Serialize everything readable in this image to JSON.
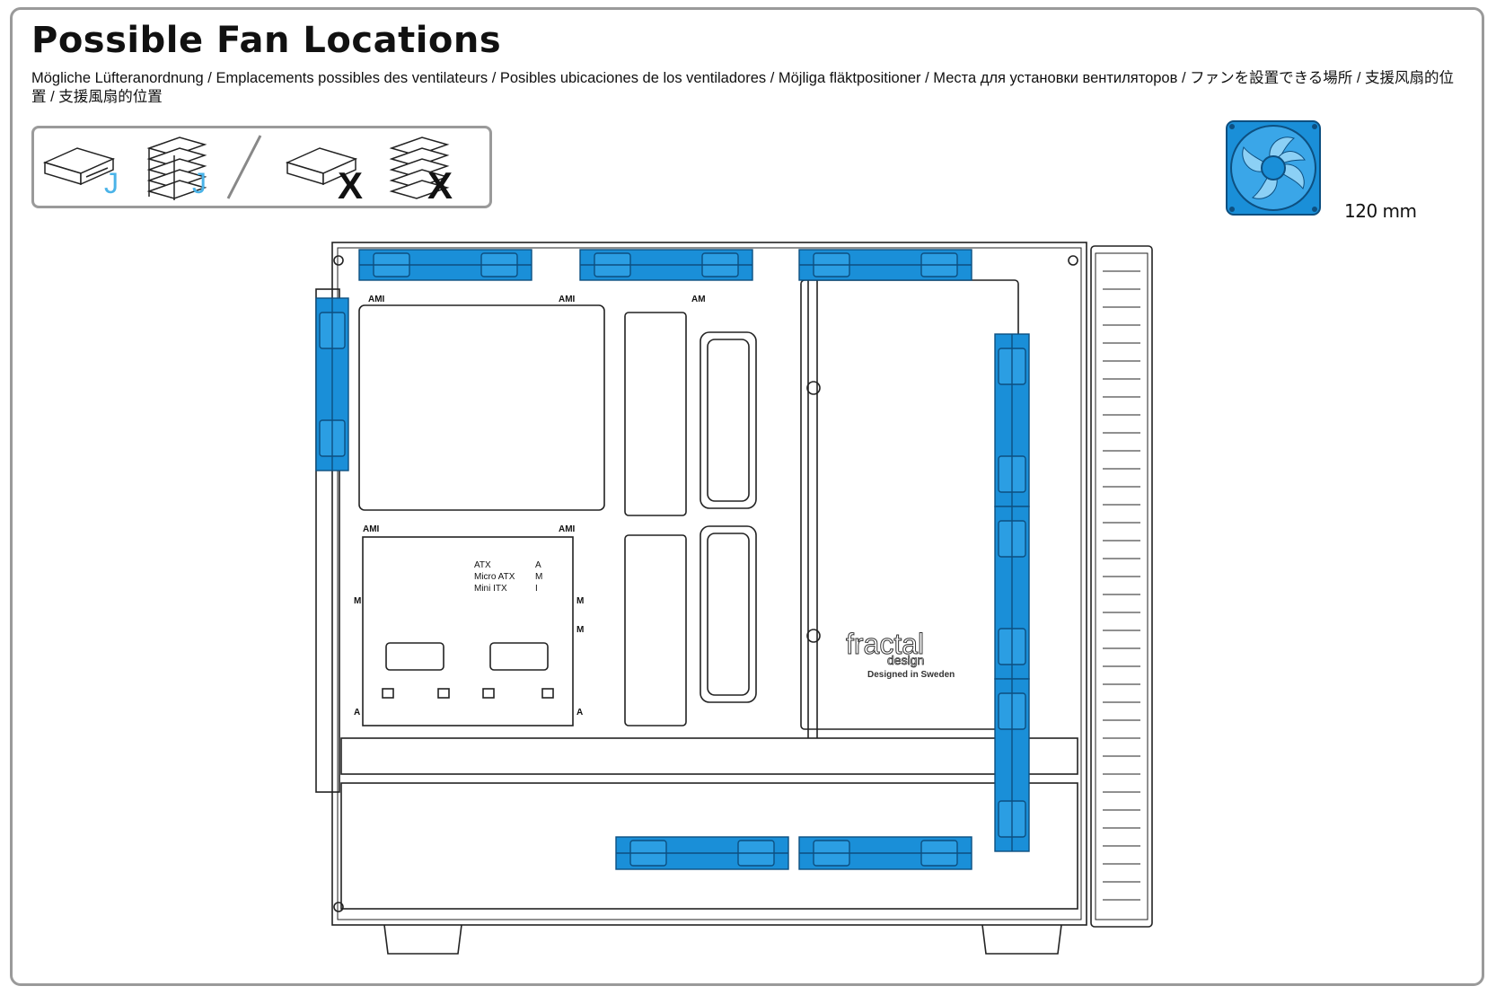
{
  "header": {
    "title": "Possible Fan Locations",
    "subtitle": "Mögliche Lüfteranordnung / Emplacements possibles des ventilateurs / Posibles ubicaciones de los ventiladores / Möjliga fläktpositioner / Места для установки вентиляторов / ファンを設置できる場所 / 支援风扇的位置 / 支援風扇的位置"
  },
  "legend": {
    "ok_mark": "J",
    "no_mark": "X",
    "items": [
      "5.25-drive-allowed",
      "drive-cage-allowed",
      "5.25-drive-not-allowed",
      "drive-cage-not-allowed"
    ]
  },
  "fan": {
    "size_label": "120 mm",
    "color": "#1a8fd8",
    "dark": "#0d4f80"
  },
  "case_labels": {
    "ami": "AMI",
    "am": "AM",
    "a": "A",
    "m": "M",
    "form_factors": [
      "ATX",
      "Micro ATX",
      "Mini ITX"
    ],
    "form_letters": [
      "A",
      "M",
      "I"
    ],
    "brand_top": "fractal",
    "brand_bottom": "design",
    "brand_tagline": "Designed in Sweden"
  }
}
